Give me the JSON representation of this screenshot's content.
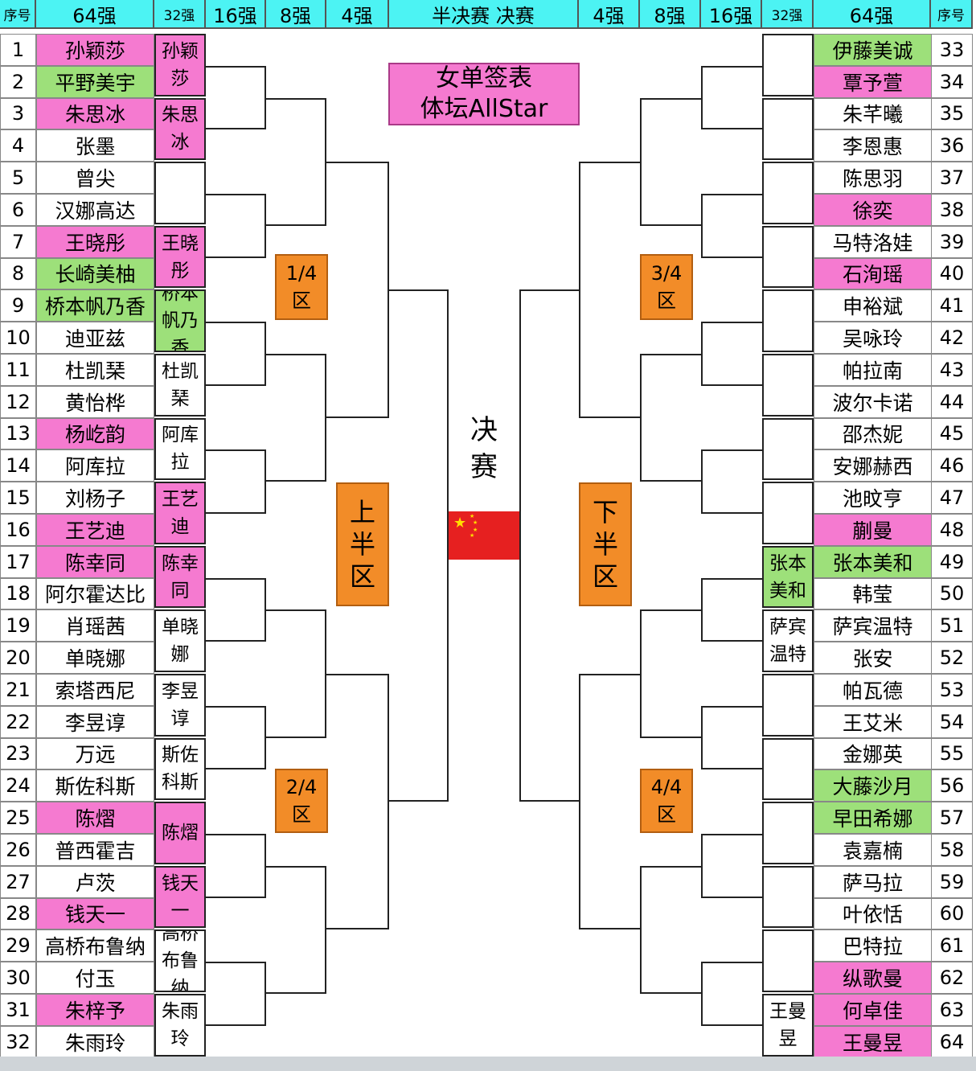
{
  "header": {
    "seq": "序号",
    "r64": "64强",
    "r32": "32强",
    "r16": "16强",
    "r8": "8强",
    "r4": "4强",
    "semi_final": "半决赛 决赛",
    "seq_right": "序号"
  },
  "title": {
    "line1": "女单签表",
    "line2": "体坛AllStar"
  },
  "zones": {
    "q1": "1/4\n区",
    "q2": "2/4\n区",
    "q3": "3/4\n区",
    "q4": "4/4\n区",
    "upper": "上\n半\n区",
    "lower": "下\n半\n区",
    "final": "决\n赛"
  },
  "left_players": [
    {
      "seed": "1",
      "name": "孙颖莎",
      "color": "pink"
    },
    {
      "seed": "2",
      "name": "平野美宇",
      "color": "green"
    },
    {
      "seed": "3",
      "name": "朱思冰",
      "color": "pink"
    },
    {
      "seed": "4",
      "name": "张墨",
      "color": "white"
    },
    {
      "seed": "5",
      "name": "曾尖",
      "color": "white"
    },
    {
      "seed": "6",
      "name": "汉娜高达",
      "color": "white"
    },
    {
      "seed": "7",
      "name": "王晓彤",
      "color": "pink"
    },
    {
      "seed": "8",
      "name": "长崎美柚",
      "color": "green"
    },
    {
      "seed": "9",
      "name": "桥本帆乃香",
      "color": "green"
    },
    {
      "seed": "10",
      "name": "迪亚兹",
      "color": "white"
    },
    {
      "seed": "11",
      "name": "杜凯琹",
      "color": "white"
    },
    {
      "seed": "12",
      "name": "黄怡桦",
      "color": "white"
    },
    {
      "seed": "13",
      "name": "杨屹韵",
      "color": "pink"
    },
    {
      "seed": "14",
      "name": "阿库拉",
      "color": "white"
    },
    {
      "seed": "15",
      "name": "刘杨子",
      "color": "white"
    },
    {
      "seed": "16",
      "name": "王艺迪",
      "color": "pink"
    },
    {
      "seed": "17",
      "name": "陈幸同",
      "color": "pink"
    },
    {
      "seed": "18",
      "name": "阿尔霍达比",
      "color": "white"
    },
    {
      "seed": "19",
      "name": "肖瑶茜",
      "color": "white"
    },
    {
      "seed": "20",
      "name": "单晓娜",
      "color": "white"
    },
    {
      "seed": "21",
      "name": "索塔西尼",
      "color": "white"
    },
    {
      "seed": "22",
      "name": "李昱谆",
      "color": "white"
    },
    {
      "seed": "23",
      "name": "万远",
      "color": "white"
    },
    {
      "seed": "24",
      "name": "斯佐科斯",
      "color": "white"
    },
    {
      "seed": "25",
      "name": "陈熠",
      "color": "pink"
    },
    {
      "seed": "26",
      "name": "普西霍吉",
      "color": "white"
    },
    {
      "seed": "27",
      "name": "卢茨",
      "color": "white"
    },
    {
      "seed": "28",
      "name": "钱天一",
      "color": "pink"
    },
    {
      "seed": "29",
      "name": "高桥布鲁纳",
      "color": "white"
    },
    {
      "seed": "30",
      "name": "付玉",
      "color": "white"
    },
    {
      "seed": "31",
      "name": "朱梓予",
      "color": "pink"
    },
    {
      "seed": "32",
      "name": "朱雨玲",
      "color": "white"
    }
  ],
  "left_r32": [
    {
      "text": "孙颖\n莎",
      "color": "pink"
    },
    {
      "text": "朱思\n冰",
      "color": "pink"
    },
    {
      "text": "",
      "color": "white"
    },
    {
      "text": "王晓\n彤",
      "color": "pink"
    },
    {
      "text": "桥本\n帆乃\n香",
      "color": "green"
    },
    {
      "text": "杜凯\n琹",
      "color": "white"
    },
    {
      "text": "阿库\n拉",
      "color": "white"
    },
    {
      "text": "王艺\n迪",
      "color": "pink"
    },
    {
      "text": "陈幸\n同",
      "color": "pink"
    },
    {
      "text": "单晓\n娜",
      "color": "white"
    },
    {
      "text": "李昱\n谆",
      "color": "white"
    },
    {
      "text": "斯佐\n科斯",
      "color": "white"
    },
    {
      "text": "陈熠",
      "color": "pink"
    },
    {
      "text": "钱天\n一",
      "color": "pink"
    },
    {
      "text": "高桥\n布鲁\n纳",
      "color": "white"
    },
    {
      "text": "朱雨\n玲",
      "color": "white"
    }
  ],
  "right_players": [
    {
      "seed": "33",
      "name": "伊藤美诚",
      "color": "green"
    },
    {
      "seed": "34",
      "name": "覃予萱",
      "color": "pink"
    },
    {
      "seed": "35",
      "name": "朱芊曦",
      "color": "white"
    },
    {
      "seed": "36",
      "name": "李恩惠",
      "color": "white"
    },
    {
      "seed": "37",
      "name": "陈思羽",
      "color": "white"
    },
    {
      "seed": "38",
      "name": "徐奕",
      "color": "pink"
    },
    {
      "seed": "39",
      "name": "马特洛娃",
      "color": "white"
    },
    {
      "seed": "40",
      "name": "石洵瑶",
      "color": "pink"
    },
    {
      "seed": "41",
      "name": "申裕斌",
      "color": "white"
    },
    {
      "seed": "42",
      "name": "吴咏玲",
      "color": "white"
    },
    {
      "seed": "43",
      "name": "帕拉南",
      "color": "white"
    },
    {
      "seed": "44",
      "name": "波尔卡诺",
      "color": "white"
    },
    {
      "seed": "45",
      "name": "邵杰妮",
      "color": "white"
    },
    {
      "seed": "46",
      "name": "安娜赫西",
      "color": "white"
    },
    {
      "seed": "47",
      "name": "池旼亨",
      "color": "white"
    },
    {
      "seed": "48",
      "name": "蒯曼",
      "color": "pink"
    },
    {
      "seed": "49",
      "name": "张本美和",
      "color": "green"
    },
    {
      "seed": "50",
      "name": "韩莹",
      "color": "white"
    },
    {
      "seed": "51",
      "name": "萨宾温特",
      "color": "white"
    },
    {
      "seed": "52",
      "name": "张安",
      "color": "white"
    },
    {
      "seed": "53",
      "name": "帕瓦德",
      "color": "white"
    },
    {
      "seed": "54",
      "name": "王艾米",
      "color": "white"
    },
    {
      "seed": "55",
      "name": "金娜英",
      "color": "white"
    },
    {
      "seed": "56",
      "name": "大藤沙月",
      "color": "green"
    },
    {
      "seed": "57",
      "name": "早田希娜",
      "color": "green"
    },
    {
      "seed": "58",
      "name": "袁嘉楠",
      "color": "white"
    },
    {
      "seed": "59",
      "name": "萨马拉",
      "color": "white"
    },
    {
      "seed": "60",
      "name": "叶依恬",
      "color": "white"
    },
    {
      "seed": "61",
      "name": "巴特拉",
      "color": "white"
    },
    {
      "seed": "62",
      "name": "纵歌曼",
      "color": "pink"
    },
    {
      "seed": "63",
      "name": "何卓佳",
      "color": "pink"
    },
    {
      "seed": "64",
      "name": "王曼昱",
      "color": "pink"
    }
  ],
  "right_r32": [
    {
      "text": "",
      "color": "white"
    },
    {
      "text": "",
      "color": "white"
    },
    {
      "text": "",
      "color": "white"
    },
    {
      "text": "",
      "color": "white"
    },
    {
      "text": "",
      "color": "white"
    },
    {
      "text": "",
      "color": "white"
    },
    {
      "text": "",
      "color": "white"
    },
    {
      "text": "",
      "color": "white"
    },
    {
      "text": "张本\n美和",
      "color": "green"
    },
    {
      "text": "萨宾\n温特",
      "color": "white"
    },
    {
      "text": "",
      "color": "white"
    },
    {
      "text": "",
      "color": "white"
    },
    {
      "text": "",
      "color": "white"
    },
    {
      "text": "",
      "color": "white"
    },
    {
      "text": "",
      "color": "white"
    },
    {
      "text": "王曼\n昱",
      "color": "white"
    }
  ],
  "colors": {
    "header_bg": "#4cf3f3",
    "pink": "#f57ad0",
    "green": "#9de07a",
    "orange": "#f28c28",
    "flag_red": "#e62020",
    "flag_star": "#ffde00"
  }
}
